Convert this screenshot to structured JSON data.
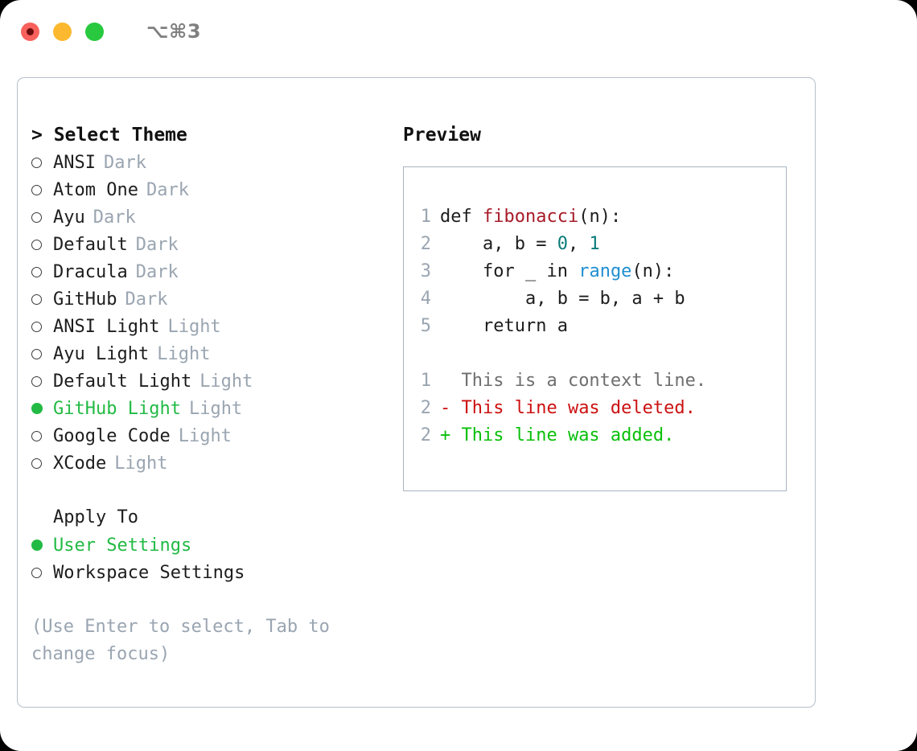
{
  "titlebar": {
    "shortcut": "⌥⌘3",
    "buttons": [
      {
        "name": "close",
        "color": "#f9615c"
      },
      {
        "name": "minimize",
        "color": "#fcb82e"
      },
      {
        "name": "maximize",
        "color": "#28c93f"
      }
    ]
  },
  "theme_list": {
    "header": "> Select Theme",
    "items": [
      {
        "marker": "o",
        "label": "ANSI",
        "badge": "Dark",
        "selected": false
      },
      {
        "marker": "o",
        "label": "Atom One",
        "badge": "Dark",
        "selected": false
      },
      {
        "marker": "o",
        "label": "Ayu",
        "badge": "Dark",
        "selected": false
      },
      {
        "marker": "o",
        "label": "Default",
        "badge": "Dark",
        "selected": false
      },
      {
        "marker": "o",
        "label": "Dracula",
        "badge": "Dark",
        "selected": false
      },
      {
        "marker": "o",
        "label": "GitHub",
        "badge": "Dark",
        "selected": false
      },
      {
        "marker": "o",
        "label": "ANSI Light",
        "badge": "Light",
        "selected": false
      },
      {
        "marker": "o",
        "label": "Ayu Light",
        "badge": "Light",
        "selected": false
      },
      {
        "marker": "o",
        "label": "Default Light",
        "badge": "Light",
        "selected": false
      },
      {
        "marker": "●",
        "label": "GitHub Light",
        "badge": "Light",
        "selected": true
      },
      {
        "marker": "o",
        "label": "Google Code",
        "badge": "Light",
        "selected": false
      },
      {
        "marker": "o",
        "label": "XCode",
        "badge": "Light",
        "selected": false
      }
    ]
  },
  "apply_to": {
    "section_label": "Apply To",
    "options": [
      {
        "marker": "●",
        "label": "User Settings",
        "selected": true
      },
      {
        "marker": "o",
        "label": "Workspace Settings",
        "selected": false
      }
    ]
  },
  "hint": "(Use Enter to select, Tab to change focus)",
  "preview": {
    "title": "Preview",
    "code_lines": [
      {
        "num": "1",
        "indent": "",
        "tokens": [
          {
            "text": "def ",
            "type": "plain"
          },
          {
            "text": "fibonacci",
            "type": "function"
          },
          {
            "text": "(n):",
            "type": "plain"
          }
        ]
      },
      {
        "num": "2",
        "indent": "    ",
        "tokens": [
          {
            "text": "a, b = ",
            "type": "plain"
          },
          {
            "text": "0",
            "type": "number"
          },
          {
            "text": ", ",
            "type": "plain"
          },
          {
            "text": "1",
            "type": "number"
          }
        ]
      },
      {
        "num": "3",
        "indent": "    ",
        "tokens": [
          {
            "text": "for _ in ",
            "type": "plain"
          },
          {
            "text": "range",
            "type": "call"
          },
          {
            "text": "(n):",
            "type": "plain"
          }
        ]
      },
      {
        "num": "4",
        "indent": "        ",
        "tokens": [
          {
            "text": "a, b = b, a + b",
            "type": "plain"
          }
        ]
      },
      {
        "num": "5",
        "indent": "    ",
        "tokens": [
          {
            "text": "return a",
            "type": "plain"
          }
        ]
      }
    ],
    "diff_lines": [
      {
        "num": "1",
        "sign": " ",
        "text": " This is a context line.",
        "type": "context"
      },
      {
        "num": "2",
        "sign": "-",
        "text": " This line was deleted.",
        "type": "deleted"
      },
      {
        "num": "2",
        "sign": "+",
        "text": " This line was added.",
        "type": "added"
      }
    ]
  },
  "colors": {
    "selected_green": "#22ba44",
    "badge_grey": "#9aa5b1",
    "hint_grey": "#9aa5b1",
    "function_red": "#a81b28",
    "number_teal": "#0a7b78",
    "call_blue": "#1f8fd0",
    "diff_deleted": "#cc1111",
    "diff_added": "#0ac00a",
    "diff_context": "#6f6f6f",
    "panel_border": "#b6bfcb",
    "preview_border": "#a8b4c0"
  }
}
